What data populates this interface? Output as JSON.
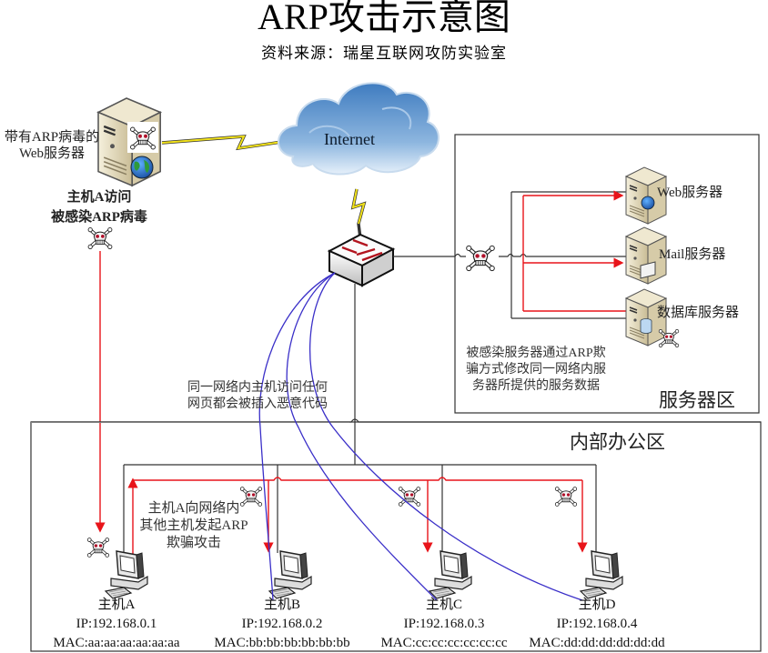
{
  "title": "ARP攻击示意图",
  "subtitle": "资料来源：瑞星互联网攻防实验室",
  "colors": {
    "attack_line": "#e8141a",
    "infect_line": "#3a2fc8",
    "wire": "#333333",
    "lightning": "#f2e21a",
    "cloud": "#5f95cc"
  },
  "infected_web_server": {
    "label_line1": "带有ARP病毒的",
    "label_line2": "Web服务器",
    "note_line1": "主机A访问",
    "note_line2": "被感染ARP病毒"
  },
  "internet": {
    "label": "Internet"
  },
  "server_zone": {
    "title": "服务器区",
    "servers": [
      {
        "label": "Web服务器",
        "icon": "globe-icon"
      },
      {
        "label": "Mail服务器",
        "icon": "mail-icon"
      },
      {
        "label": "数据库服务器",
        "icon": "database-icon"
      }
    ],
    "note_lines": [
      "被感染服务器通过ARP欺",
      "骗方式修改同一网络内服",
      "务器所提供的服务数据"
    ]
  },
  "inject_note_lines": [
    "同一网络内主机访问任何",
    "网页都会被插入恶意代码"
  ],
  "office_zone": {
    "title": "内部办公区",
    "attack_note_lines": [
      "主机A向网络内",
      "其他主机发起ARP",
      "欺骗攻击"
    ],
    "hosts": [
      {
        "name": "主机A",
        "ip": "IP:192.168.0.1",
        "mac": "MAC:aa:aa:aa:aa:aa:aa"
      },
      {
        "name": "主机B",
        "ip": "IP:192.168.0.2",
        "mac": "MAC:bb:bb:bb:bb:bb:bb"
      },
      {
        "name": "主机C",
        "ip": "IP:192.168.0.3",
        "mac": "MAC:cc:cc:cc:cc:cc:cc"
      },
      {
        "name": "主机D",
        "ip": "IP:192.168.0.4",
        "mac": "MAC:dd:dd:dd:dd:dd:dd"
      }
    ]
  }
}
